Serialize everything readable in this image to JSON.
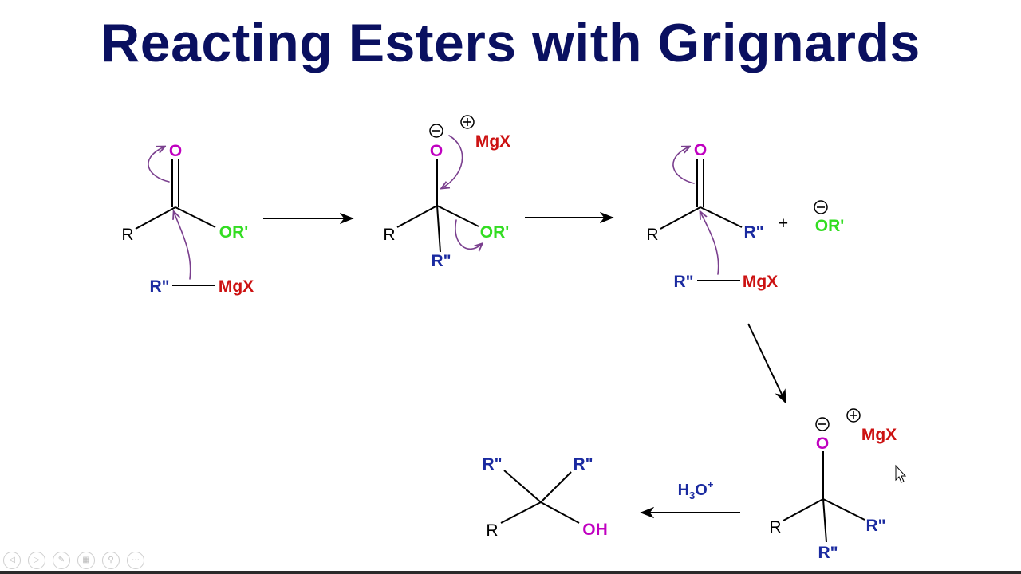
{
  "slide": {
    "title": "Reacting Esters with Grignards"
  },
  "colors": {
    "title": "#0a1060",
    "oxygen": "#c000c0",
    "ester_group": "#33dd22",
    "r_double_prime": "#1a2aa0",
    "mgx": "#cc1111",
    "curly_arrow": "#7a3f8e",
    "bond": "#000000"
  },
  "labels": {
    "O": "O",
    "R": "R",
    "OR_prime": "OR'",
    "R_double_prime": "R\"",
    "MgX": "MgX",
    "OH": "OH",
    "plus": "+",
    "minus_charge": "−",
    "plus_charge": "+",
    "H3O": "H",
    "H3O_sub": "3",
    "H3O_O": "O",
    "H3O_sup": "+"
  },
  "controls": [
    {
      "name": "prev-slide",
      "glyph": "◁"
    },
    {
      "name": "next-slide",
      "glyph": "▷"
    },
    {
      "name": "pen-tool",
      "glyph": "✎"
    },
    {
      "name": "slide-grid",
      "glyph": "▦"
    },
    {
      "name": "zoom",
      "glyph": "⚲"
    },
    {
      "name": "more-options",
      "glyph": "⋯"
    }
  ]
}
